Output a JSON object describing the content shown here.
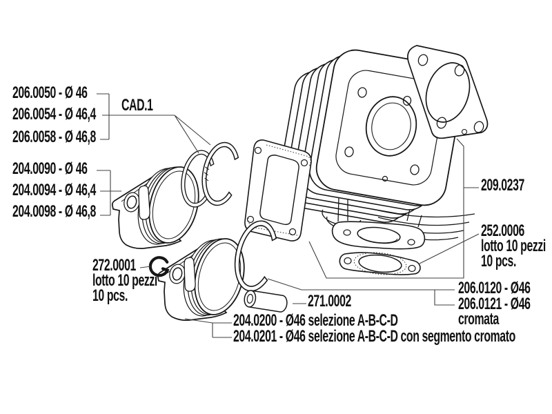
{
  "colors": {
    "ink": "#161616",
    "leader": "#3f3f3f",
    "background": "#ffffff"
  },
  "labels": {
    "cad1": "CAD.1",
    "rings_top": [
      "206.0050 - Ø 46",
      "206.0054 - Ø 46,4",
      "206.0058 - Ø 46,8"
    ],
    "pistons_top": [
      "204.0090 - Ø 46",
      "204.0094 - Ø 46,4",
      "204.0098 - Ø 46,8"
    ],
    "circlip": {
      "part": "272.0001",
      "note_it": "lotto 10 pezzi",
      "note_en": "10 pcs."
    },
    "pin": "271.0002",
    "piston_kits": [
      "204.0200 - Ø46 selezione A-B-C-D",
      "204.0201 - Ø46 selezione A-B-C-D con segmento cromato"
    ],
    "gasket_set": "209.0237",
    "exhaust_gasket": {
      "part": "252.0006",
      "note_it": "lotto 10 pezzi",
      "note_en": "10 pcs."
    },
    "rings_46": [
      "206.0120 - Ø46",
      "206.0121 - Ø46"
    ],
    "rings_46_note": "cromata"
  }
}
